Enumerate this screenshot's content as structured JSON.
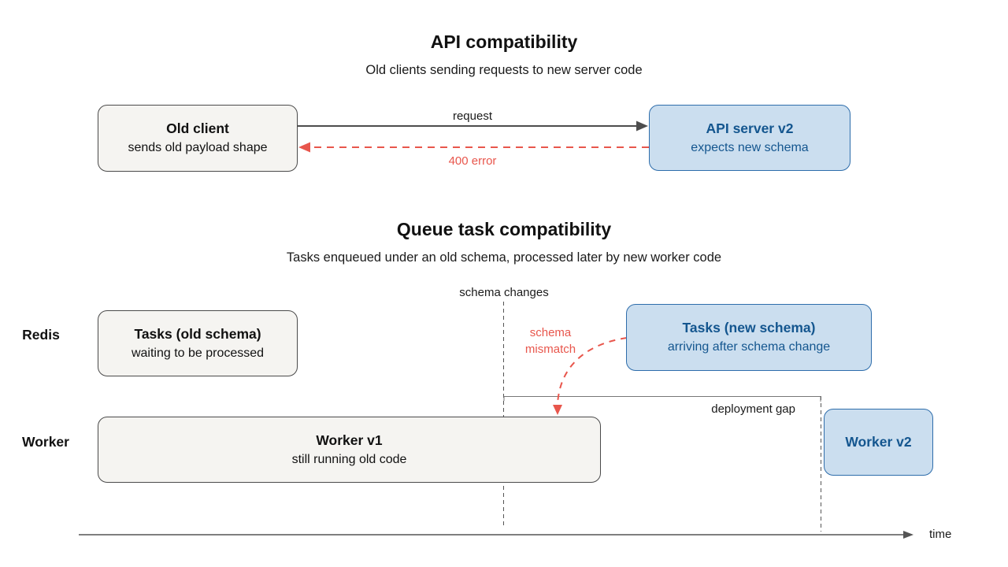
{
  "colors": {
    "gray_box_bg": "#f5f4f1",
    "gray_box_border": "#4a4a4a",
    "blue_box_bg": "#cbdeef",
    "blue_box_border": "#2e6dab",
    "blue_text": "#14568f",
    "arrow_gray": "#4d4d4d",
    "error_red": "#e8564c",
    "guide_gray": "#666666"
  },
  "api_section": {
    "title": "API compatibility",
    "subtitle": "Old clients sending requests to new server code",
    "client_box": {
      "title": "Old client",
      "subtitle": "sends old payload shape"
    },
    "server_box": {
      "title": "API server v2",
      "subtitle": "expects new schema"
    },
    "request_label": "request",
    "error_label": "400 error"
  },
  "queue_section": {
    "title": "Queue task compatibility",
    "subtitle": "Tasks enqueued under an old schema, processed later by new worker code",
    "schema_changes_label": "schema changes",
    "schema_mismatch_label": "schema mismatch",
    "deployment_gap_label": "deployment gap",
    "time_label": "time",
    "lanes": [
      {
        "label": "Redis"
      },
      {
        "label": "Worker"
      }
    ],
    "old_tasks_box": {
      "title": "Tasks (old schema)",
      "subtitle": "waiting to be processed"
    },
    "new_tasks_box": {
      "title": "Tasks (new schema)",
      "subtitle": "arriving after schema change"
    },
    "worker_v1_box": {
      "title": "Worker v1",
      "subtitle": "still running old code"
    },
    "worker_v2_box": {
      "title": "Worker v2"
    }
  }
}
